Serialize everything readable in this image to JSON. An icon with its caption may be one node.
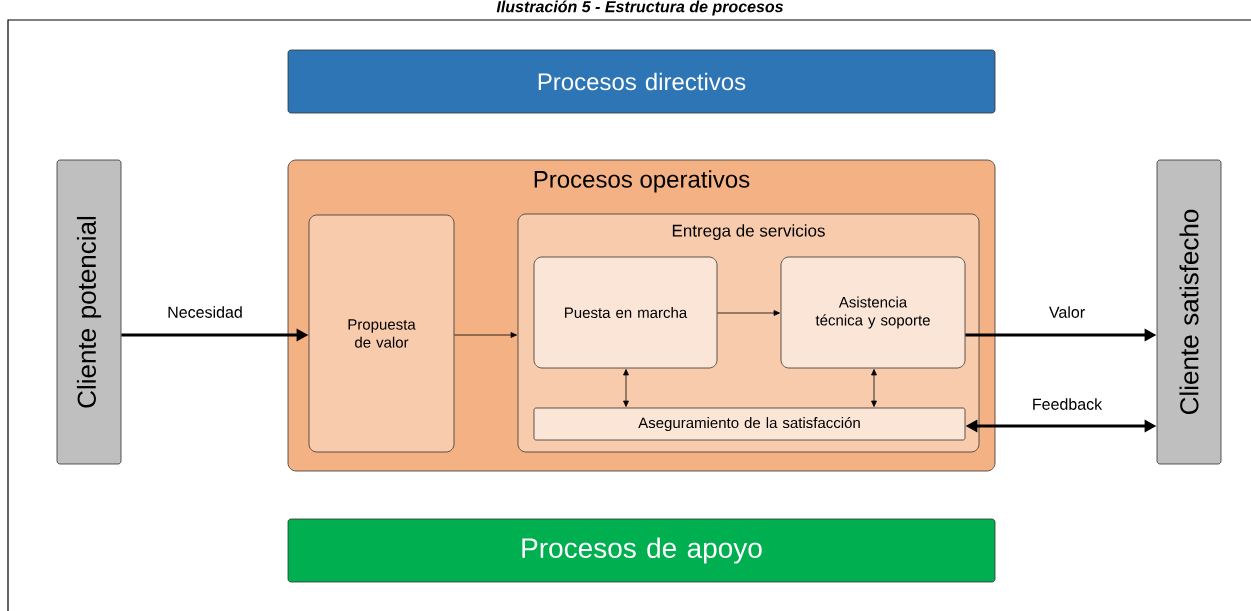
{
  "diagram": {
    "title": "Ilustración 5 - Estructura de procesos",
    "nodes": [
      {
        "text": [
          "Procesos directivos"
        ]
      },
      {
        "text": [
          "Cliente potencial"
        ]
      },
      {
        "text": [
          "Procesos operativos"
        ]
      },
      {
        "text": [
          "Propuesta de valor"
        ],
        "in": 2
      },
      {
        "text": [
          "Entrega de servicios"
        ],
        "in": 2
      },
      {
        "text": [
          "Puesta en marcha"
        ],
        "in": 4
      },
      {
        "text": [
          "Asistencia técnica y soporte"
        ],
        "in": 4
      },
      {
        "text": [
          "Aseguramiento de la satisfacción"
        ],
        "in": 4
      },
      {
        "text": [
          "Cliente satisfecho"
        ]
      },
      {
        "text": [
          "Procesos de apoyo"
        ]
      }
    ],
    "edges": [
      {
        "from": 1,
        "to": 3,
        "arrow": "to",
        "label": "Necesidad",
        "style": "thick"
      },
      {
        "from": 3,
        "to": 4,
        "arrow": "to"
      },
      {
        "from": 5,
        "to": 6,
        "arrow": "to"
      },
      {
        "from": 5,
        "to": 7,
        "arrow": "both"
      },
      {
        "from": 6,
        "to": 7,
        "arrow": "both"
      },
      {
        "from": 6,
        "to": 8,
        "arrow": "to",
        "label": "Valor",
        "style": "thick"
      },
      {
        "from": 7,
        "to": 8,
        "arrow": "both",
        "label": "Feedback",
        "style": "thick"
      }
    ]
  }
}
